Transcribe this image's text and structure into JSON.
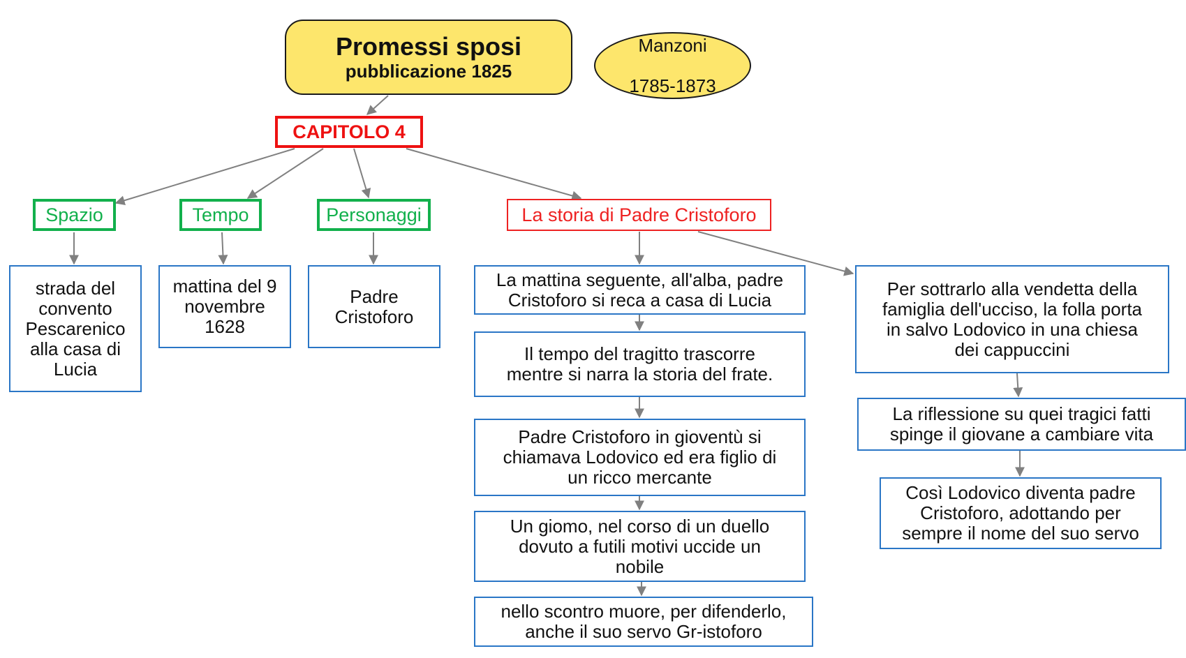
{
  "title": {
    "main": "Promessi sposi",
    "subtitle": "pubblicazione 1825"
  },
  "author": {
    "name": "Manzoni",
    "years": "1785-1873"
  },
  "chapter": {
    "label": "CAPITOLO 4"
  },
  "categories": [
    {
      "label": "Spazio",
      "detail": "strada del\nconvento\nPescarenico\nalla casa di\nLucia"
    },
    {
      "label": "Tempo",
      "detail": "mattina del 9\nnovembre\n1628"
    },
    {
      "label": "Personaggi",
      "detail": "Padre\nCristoforo"
    }
  ],
  "story": {
    "label": "La storia di Padre Cristoforo",
    "left_chain": [
      "La mattina seguente, all'alba, padre\nCristoforo si reca a casa di Lucia",
      "Il tempo del tragitto trascorre\nmentre si narra la storia del frate.",
      "Padre Cristoforo in gioventù si\nchiamava Lodovico ed era figlio di\nun ricco mercante",
      "Un giomo, nel corso di un duello\ndovuto a futili motivi uccide un\nnobile",
      "nello scontro muore, per difenderlo,\nanche il suo servo Gr-istoforo"
    ],
    "right_chain": [
      "Per sottrarlo alla vendetta della\nfamiglia dell'ucciso, la folla porta\nin salvo Lodovico in una chiesa\ndei cappuccini",
      "La riflessione su quei tragici fatti\nspinge il giovane a cambiare vita",
      "Così Lodovico diventa padre\nCristoforo, adottando per\nsempre il nome del suo servo"
    ]
  },
  "colors": {
    "title_fill": "#fde66c",
    "chapter": "#ee1111",
    "category": "#12b04c",
    "story": "#ee2222",
    "leaf_border": "#2a76c6",
    "connector": "#808080"
  }
}
